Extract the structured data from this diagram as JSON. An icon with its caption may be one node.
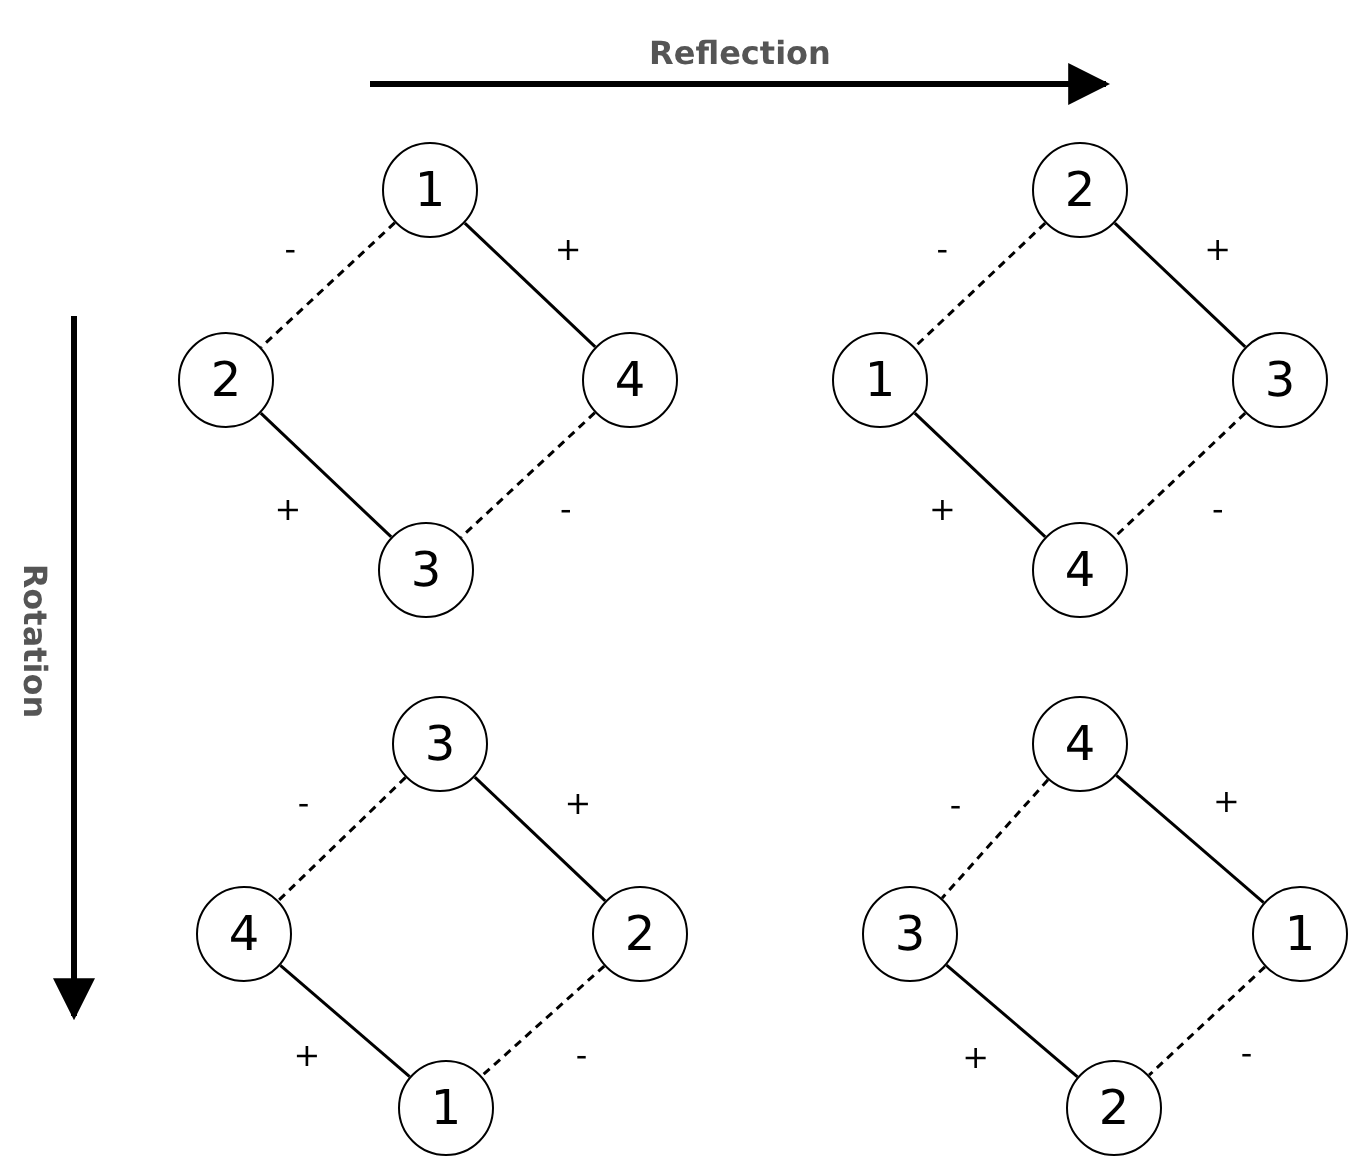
{
  "diagram": {
    "nodes": [
      {
        "text": [
          "1"
        ]
      },
      {
        "text": [
          "2"
        ]
      },
      {
        "text": [
          "4"
        ]
      },
      {
        "text": [
          "3"
        ]
      },
      {
        "text": [
          "2"
        ]
      },
      {
        "text": [
          "1"
        ]
      },
      {
        "text": [
          "3"
        ]
      },
      {
        "text": [
          "4"
        ]
      },
      {
        "text": [
          "3"
        ]
      },
      {
        "text": [
          "4"
        ]
      },
      {
        "text": [
          "2"
        ]
      },
      {
        "text": [
          "1"
        ]
      },
      {
        "text": [
          "4"
        ]
      },
      {
        "text": [
          "3"
        ]
      },
      {
        "text": [
          "1"
        ]
      },
      {
        "text": [
          "2"
        ]
      }
    ],
    "edges": [
      {
        "from": 0,
        "to": 1,
        "arrow": "none",
        "label": "-",
        "style": "dashed"
      },
      {
        "from": 0,
        "to": 2,
        "arrow": "none",
        "label": "+"
      },
      {
        "from": 1,
        "to": 3,
        "arrow": "none",
        "label": "+"
      },
      {
        "from": 2,
        "to": 3,
        "arrow": "none",
        "label": "-",
        "style": "dashed"
      },
      {
        "from": 4,
        "to": 5,
        "arrow": "none",
        "label": "-",
        "style": "dashed"
      },
      {
        "from": 4,
        "to": 6,
        "arrow": "none",
        "label": "+"
      },
      {
        "from": 5,
        "to": 7,
        "arrow": "none",
        "label": "+"
      },
      {
        "from": 6,
        "to": 7,
        "arrow": "none",
        "label": "-",
        "style": "dashed"
      },
      {
        "from": 8,
        "to": 9,
        "arrow": "none",
        "label": "-",
        "style": "dashed"
      },
      {
        "from": 8,
        "to": 10,
        "arrow": "none",
        "label": "+"
      },
      {
        "from": 9,
        "to": 11,
        "arrow": "none",
        "label": "+"
      },
      {
        "from": 10,
        "to": 11,
        "arrow": "none",
        "label": "-",
        "style": "dashed"
      },
      {
        "from": 12,
        "to": 13,
        "arrow": "none",
        "label": "-",
        "style": "dashed"
      },
      {
        "from": 12,
        "to": 14,
        "arrow": "none",
        "label": "+"
      },
      {
        "from": 13,
        "to": 15,
        "arrow": "none",
        "label": "+"
      },
      {
        "from": 14,
        "to": 15,
        "arrow": "none",
        "label": "-",
        "style": "dashed"
      }
    ],
    "labels": [
      "Reflection",
      "Rotation"
    ]
  }
}
